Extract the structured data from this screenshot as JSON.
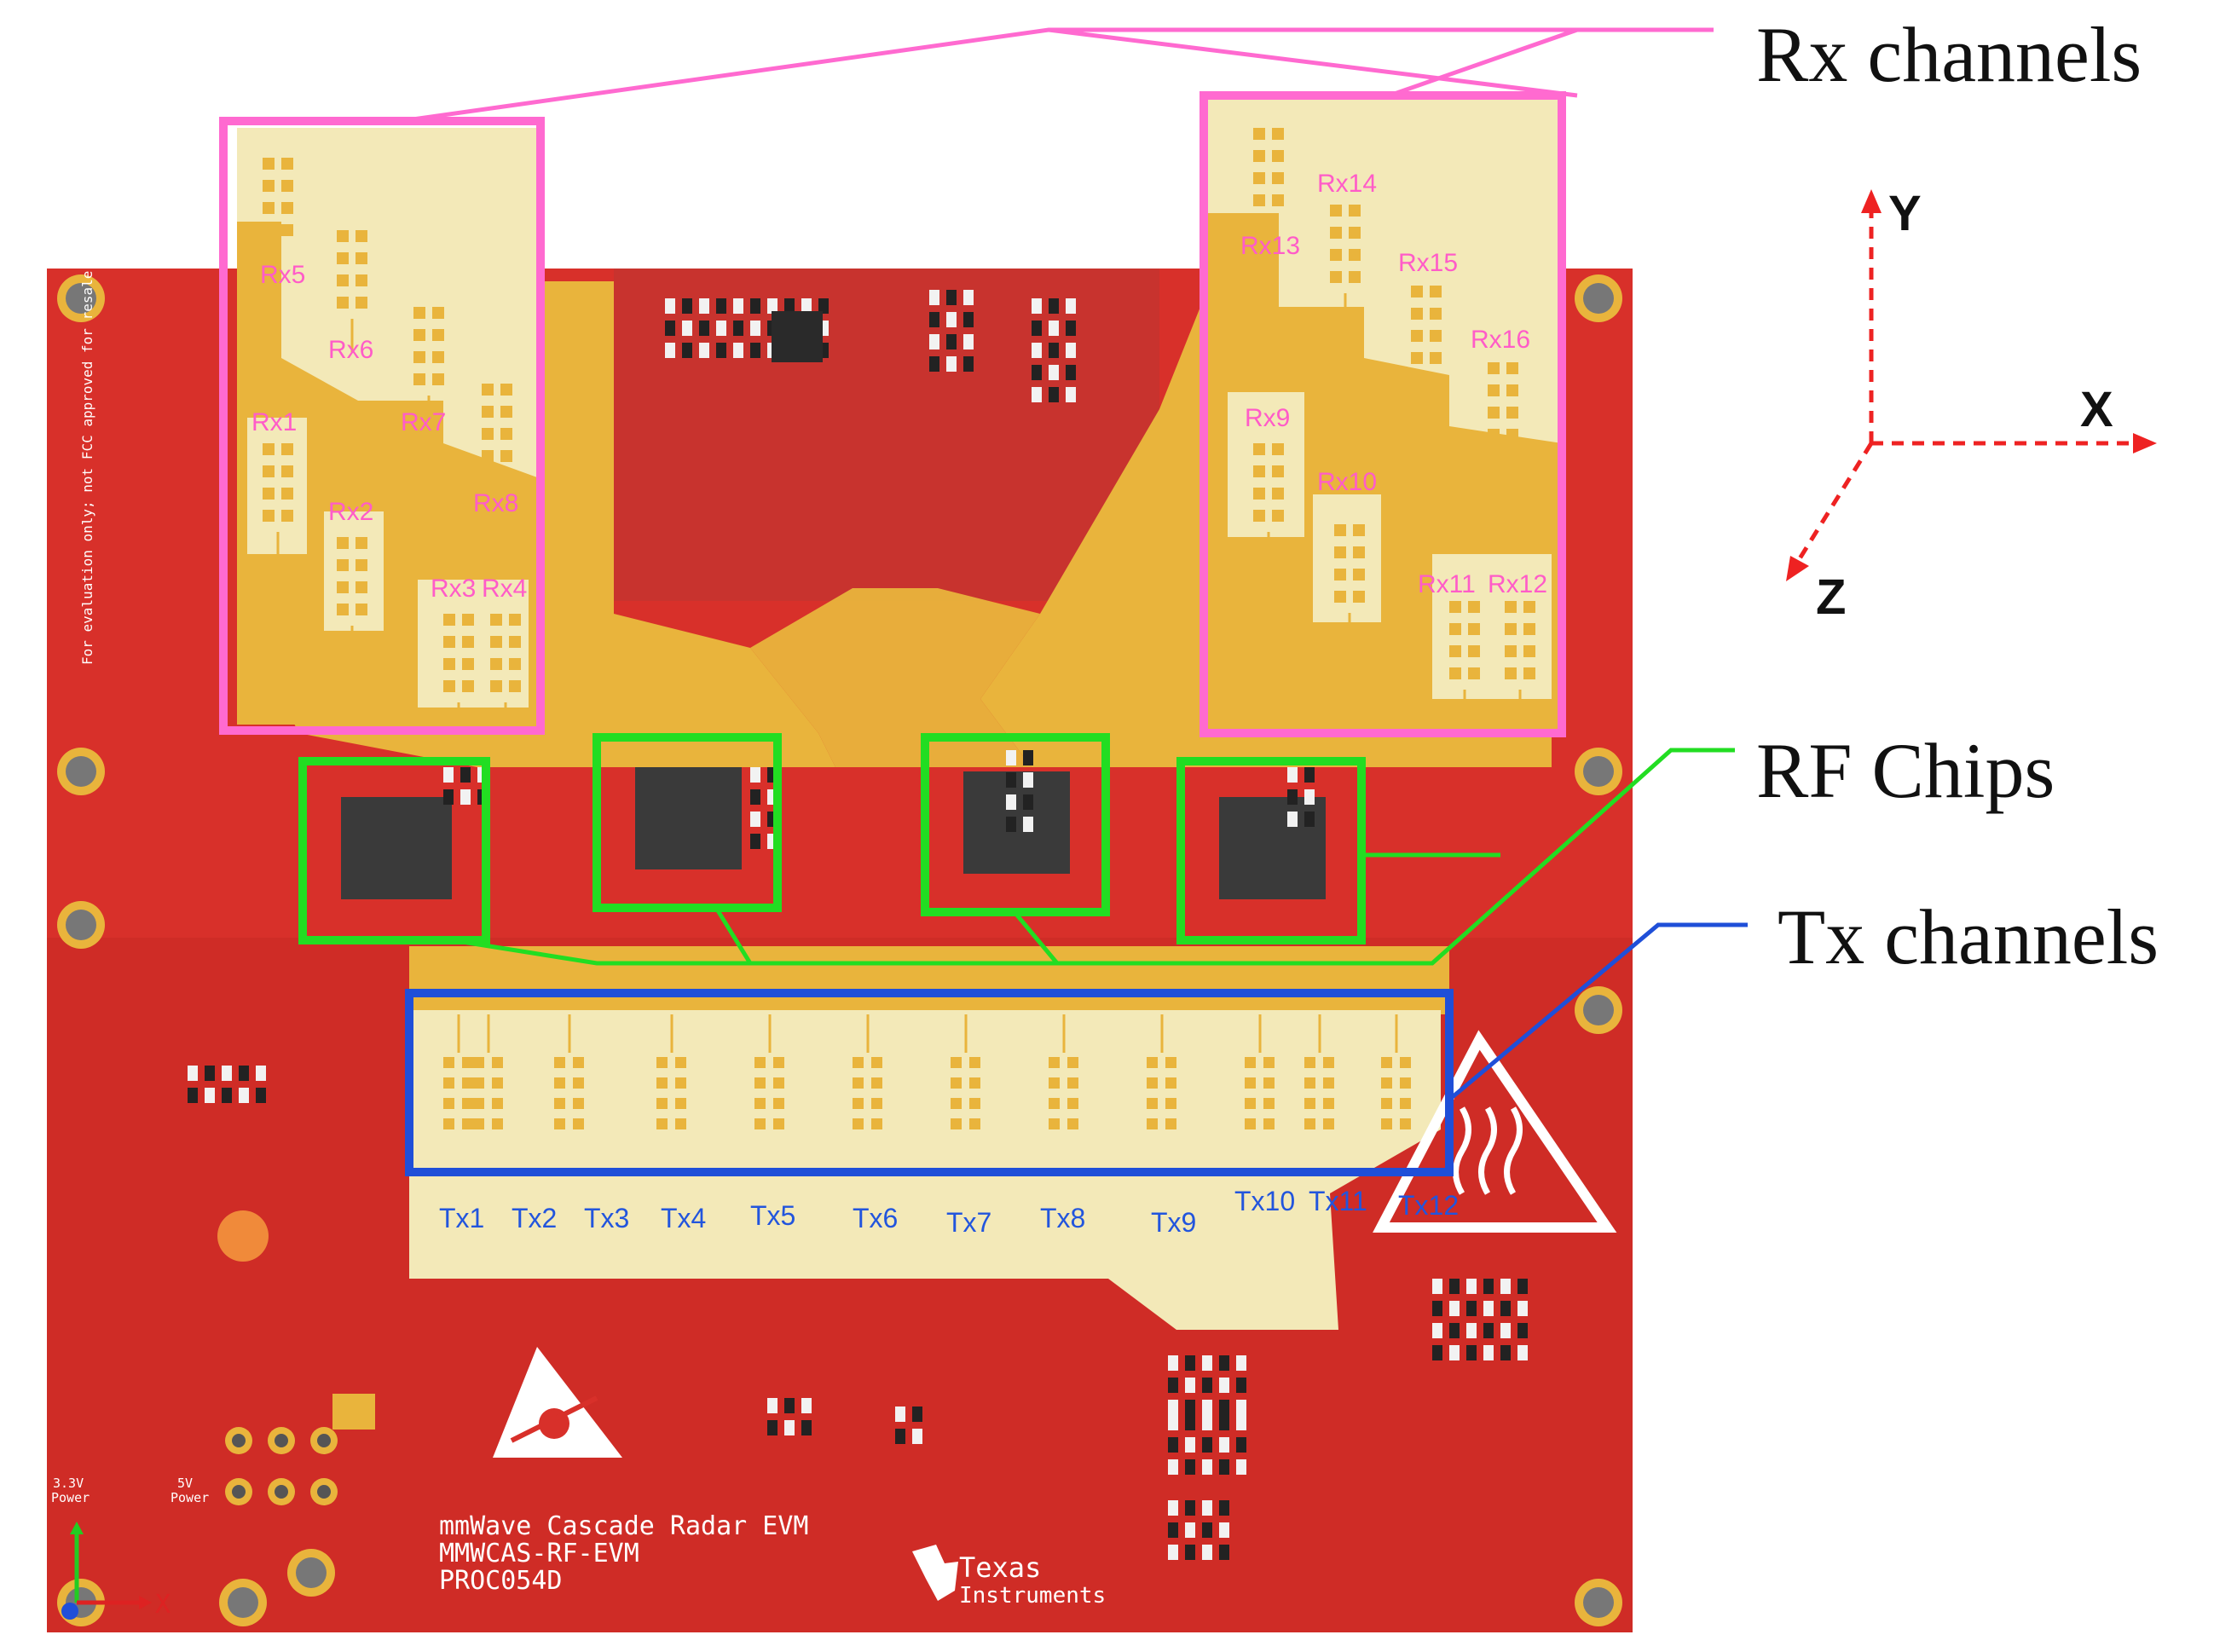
{
  "labels": {
    "rx_channels": "Rx channels",
    "rf_chips": "RF Chips",
    "tx_channels": "Tx channels"
  },
  "axes": {
    "y": "Y",
    "x": "X",
    "z": "Z",
    "board_x": "X"
  },
  "board_text": {
    "line1": "mmWave Cascade Radar EVM",
    "line2": "MMWCAS-RF-EVM",
    "line3": "PROC054D",
    "vendor_line1": "Texas",
    "vendor_line2": "Instruments",
    "side_note": "For evaluation only; not FCC approved for resale.",
    "power_33": "3.3V",
    "power_33_b": "Power",
    "power_5": "5V",
    "power_5_b": "Power"
  },
  "rx_left": [
    "Rx5",
    "Rx6",
    "Rx1",
    "Rx7",
    "Rx2",
    "Rx8",
    "Rx3",
    "Rx4"
  ],
  "rx_right": [
    "Rx14",
    "Rx13",
    "Rx15",
    "Rx16",
    "Rx9",
    "Rx10",
    "Rx11",
    "Rx12"
  ],
  "tx": [
    "Tx1",
    "Tx2",
    "Tx3",
    "Tx4",
    "Tx5",
    "Tx6",
    "Tx7",
    "Tx8",
    "Tx9",
    "Tx10",
    "Tx11",
    "Tx12"
  ],
  "colors": {
    "board": "#d8302a",
    "board_dark": "#b8221f",
    "copper": "#e9b43c",
    "antenna_pad": "#f3e9b8",
    "rx_box": "#ff6ad0",
    "rf_box": "#22dd22",
    "tx_box": "#1f4fd8",
    "chip": "#3a3a3a"
  }
}
